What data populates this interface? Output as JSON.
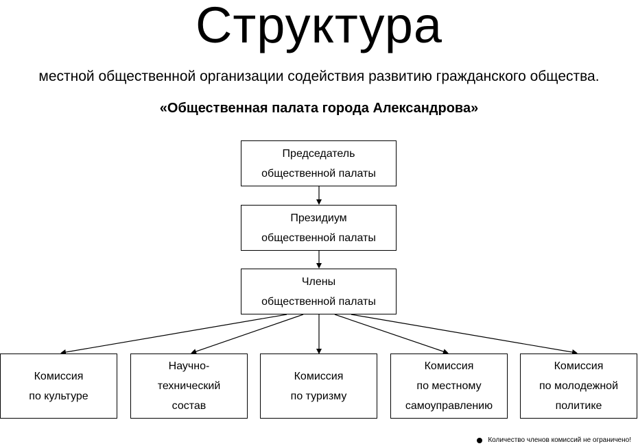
{
  "title": "Структура",
  "subtitle": "местной общественной организации содействия развитию гражданского общества.",
  "org_name": "«Общественная палата города Александрова»",
  "hierarchy": {
    "chairman": "Председатель\nобщественной палаты",
    "presidium": "Президиум\nобщественной палаты",
    "members": "Члены\nобщественной палаты"
  },
  "commissions": [
    {
      "label": "Комиссия\nпо культуре"
    },
    {
      "label": "Научно-\nтехнический\nсостав"
    },
    {
      "label": "Комиссия\nпо туризму"
    },
    {
      "label": "Комиссия\nпо местному\nсамоуправлению"
    },
    {
      "label": "Комиссия\nпо молодежной\nполитике"
    }
  ],
  "footnote": "Количество членов комиссий не ограничено!"
}
